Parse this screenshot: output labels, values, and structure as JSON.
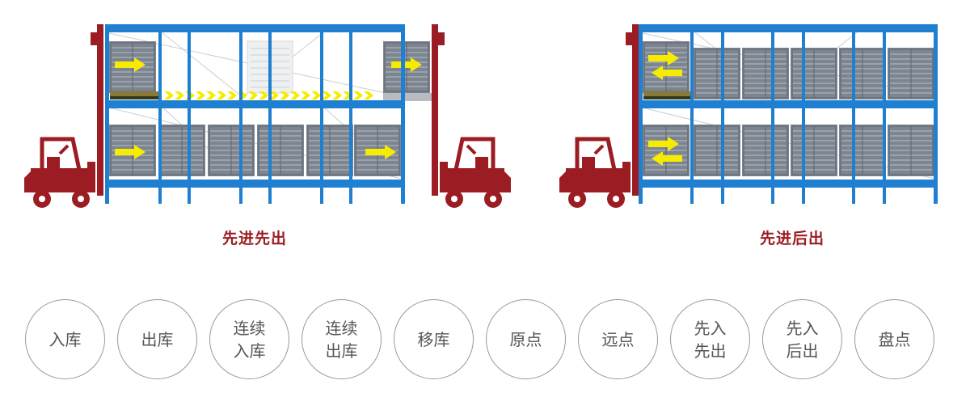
{
  "diagrams": [
    {
      "key": "fifo",
      "caption": "先进先出"
    },
    {
      "key": "lifo",
      "caption": "先进后出"
    }
  ],
  "modes": [
    {
      "key": "inbound",
      "label": "入库"
    },
    {
      "key": "outbound",
      "label": "出库"
    },
    {
      "key": "continuous-inbound",
      "label": "连续\n入库"
    },
    {
      "key": "continuous-outbound",
      "label": "连续\n出库"
    },
    {
      "key": "transfer",
      "label": "移库"
    },
    {
      "key": "home-point",
      "label": "原点"
    },
    {
      "key": "far-point",
      "label": "远点"
    },
    {
      "key": "first-in-first-out",
      "label": "先入\n先出"
    },
    {
      "key": "first-in-last-out",
      "label": "先入\n后出"
    },
    {
      "key": "inventory",
      "label": "盘点"
    }
  ],
  "colors": {
    "rack_blue": "#1f7fd1",
    "pallet_gray": "#7c8590",
    "arrow_yellow": "#f7ec00",
    "forklift_red": "#9b1c22",
    "caption_red": "#9b1c22"
  },
  "icons": [
    "forklift-icon",
    "pallet-icon",
    "arrow-right-icon",
    "arrow-left-icon",
    "shuttle-cart-icon"
  ]
}
